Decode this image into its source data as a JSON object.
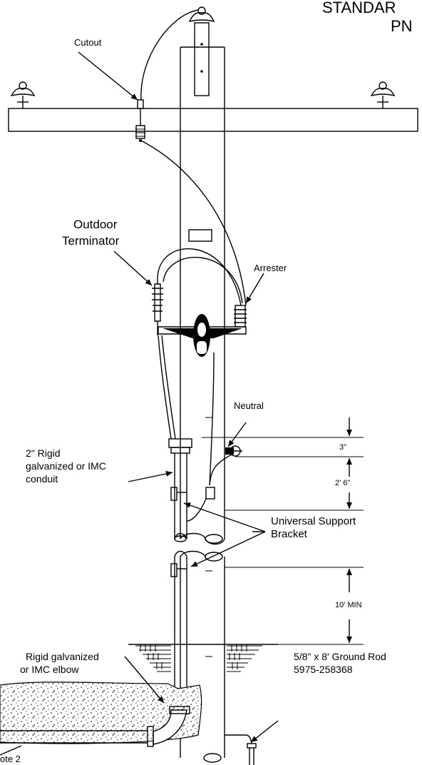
{
  "header": {
    "title_line1": "STANDAR",
    "title_line2": "PN"
  },
  "labels": {
    "cutout": "Cutout",
    "outdoor_terminator_1": "Outdoor",
    "outdoor_terminator_2": "Terminator",
    "arrester": "Arrester",
    "neutral": "Neutral",
    "conduit_1": "2\" Rigid",
    "conduit_2": "galvanized or IMC",
    "conduit_3": "conduit",
    "bracket_1": "Universal Support",
    "bracket_2": "Bracket",
    "elbow_1": "Rigid galvanized",
    "elbow_2": "or IMC elbow",
    "ground_rod_1": "5/8\" x 8' Ground Rod",
    "ground_rod_2": "5975-258368",
    "note": "ote 2"
  },
  "dimensions": {
    "d1": "3\"",
    "d2": "2' 6\"",
    "d3": "10' MIN"
  },
  "colors": {
    "line": "#000000",
    "background": "#ffffff"
  }
}
